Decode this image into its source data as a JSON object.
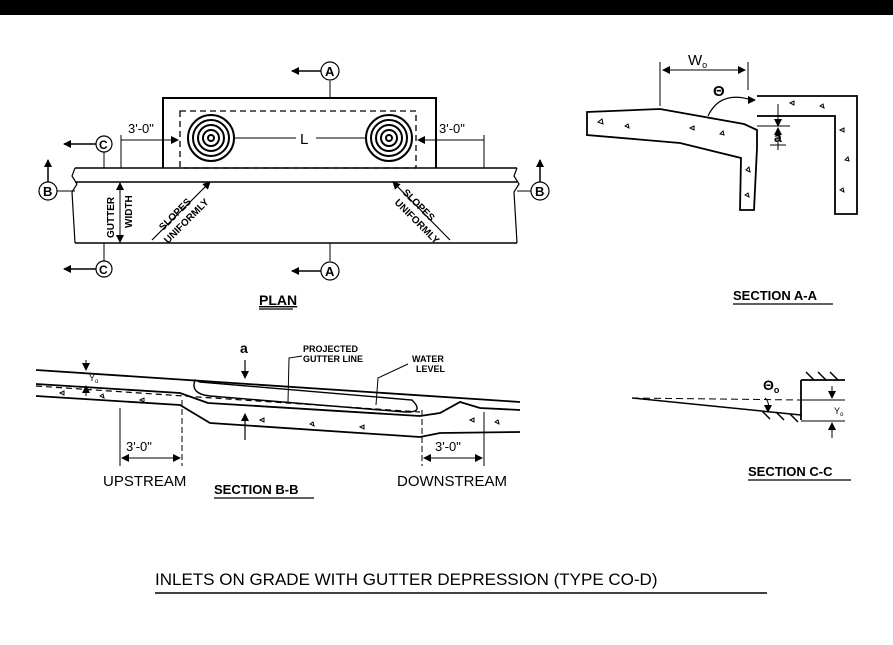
{
  "plan": {
    "title": "PLAN",
    "dim_left": "3'-0\"",
    "dim_right": "3'-0\"",
    "length": "L",
    "gutter_width": [
      "GUTTER",
      "WIDTH"
    ],
    "slopes_left": [
      "SLOPES",
      "UNIFORMLY"
    ],
    "slopes_right": [
      "SLOPES",
      "UNIFORMLY"
    ],
    "section_a": "A",
    "section_b": "B",
    "section_c": "C"
  },
  "section_aa": {
    "title": "SECTION A-A",
    "width_label": "W",
    "width_subscript": "o",
    "angle": "Θ",
    "depression": "a"
  },
  "section_bb": {
    "title": "SECTION B-B",
    "depression": "a",
    "depth": "Y",
    "depth_subscript": "o",
    "projected_gutter_line": [
      "PROJECTED",
      "GUTTER LINE"
    ],
    "water_level": [
      "WATER",
      "LEVEL"
    ],
    "dim_up": "3'-0\"",
    "dim_down": "3'-0\"",
    "upstream": "UPSTREAM",
    "downstream": "DOWNSTREAM"
  },
  "section_cc": {
    "title": "SECTION C-C",
    "angle": "Θ",
    "angle_subscript": "o",
    "depth": "Y",
    "depth_subscript": "o"
  },
  "main_title": "INLETS ON GRADE WITH GUTTER DEPRESSION (TYPE CO-D)"
}
